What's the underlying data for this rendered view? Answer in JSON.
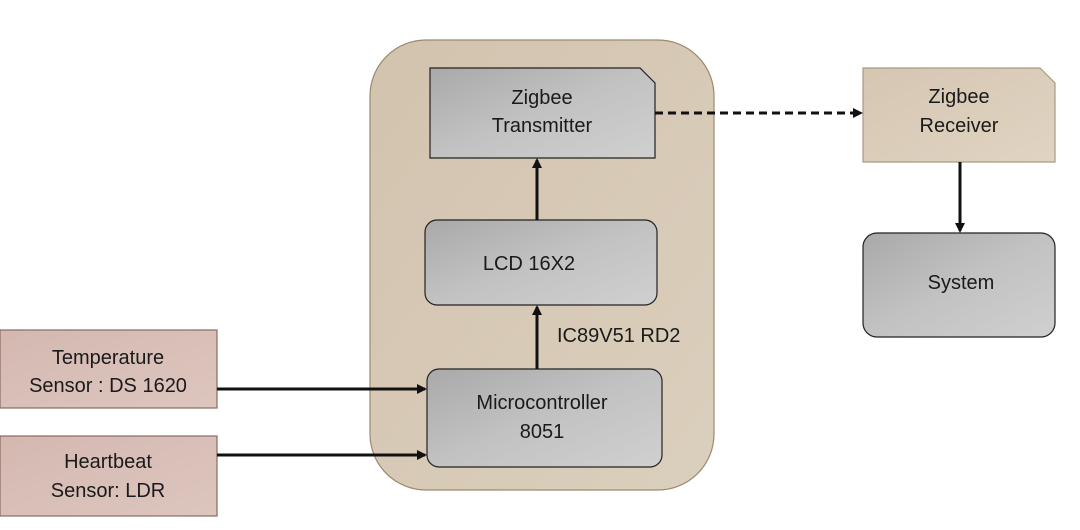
{
  "diagram": {
    "nodes": {
      "temp_sensor": {
        "line1": "Temperature",
        "line2": "Sensor : DS 1620"
      },
      "heartbeat_sensor": {
        "line1": "Heartbeat",
        "line2": "Sensor: LDR"
      },
      "microcontroller": {
        "line1": "Microcontroller",
        "line2": "8051"
      },
      "lcd": {
        "label": "LCD 16X2"
      },
      "zigbee_tx": {
        "line1": "Zigbee",
        "line2": "Transmitter"
      },
      "zigbee_rx": {
        "line1": "Zigbee",
        "line2": "Receiver"
      },
      "system": {
        "label": "System"
      }
    },
    "annotations": {
      "mcu_model": "IC89V51 RD2"
    },
    "colors": {
      "sensor_fill": "#d6bcb4",
      "sensor_stroke": "#8a6a62",
      "container_fill": "#d7c9b6",
      "container_stroke": "#9c8a6f",
      "gray_fill": "#b9b9b9",
      "gray_stroke": "#222222",
      "receiver_fill": "#d9cbb8",
      "arrow": "#111111"
    }
  }
}
